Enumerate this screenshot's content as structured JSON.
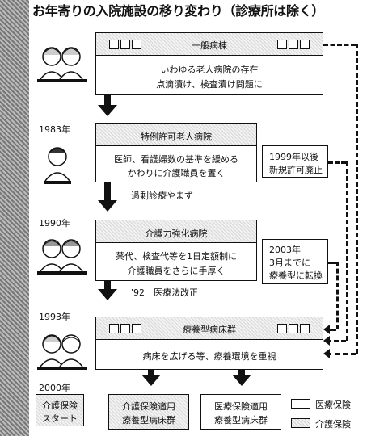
{
  "title": "お年寄りの入院施設の移り変わり（診療所は除く）",
  "years": {
    "y1983": "1983年",
    "y1990": "1990年",
    "y1993": "1993年",
    "y2000": "2000年"
  },
  "stages": {
    "general": {
      "name": "一般病棟",
      "desc1": "いわゆる老人病院の存在",
      "desc2": "点滴漬け、検査漬け問題に"
    },
    "special": {
      "name": "特例許可老人病院",
      "desc1": "医師、看護婦数の基準を緩める",
      "desc2": "かわりに介護職員を置く",
      "note1": "1999年以後",
      "note2": "新規許可廃止",
      "flow": "過剰診療やまず"
    },
    "care": {
      "name": "介護力強化病院",
      "desc1": "薬代、検査代等を1日定額制に",
      "desc2": "介護職員をさらに手厚く",
      "note1": "2003年",
      "note2": "3月までに",
      "note3": "療養型に転換",
      "flow": "'92　医療法改正"
    },
    "recuperation": {
      "name": "療養型病床群",
      "desc": "病床を広げる等、療養環境を重視"
    }
  },
  "bottom": {
    "start_label1": "介護保険",
    "start_label2": "スタート",
    "split_left1": "介護保険適用",
    "split_left2": "療養型病床群",
    "split_right1": "医療保険適用",
    "split_right2": "療養型病床群"
  },
  "legend": {
    "medical": "医療保険",
    "care": "介護保険"
  }
}
